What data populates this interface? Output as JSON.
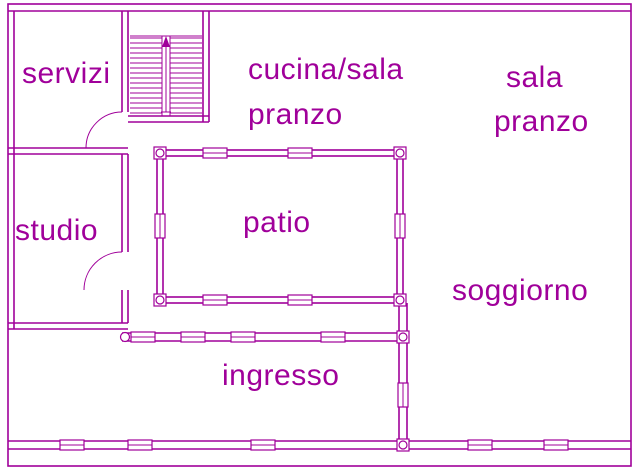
{
  "plan": {
    "line_color": "#A0009A",
    "labels": {
      "servizi": "servizi",
      "cucina_sala_line1": "cucina/sala",
      "cucina_sala_line2": "pranzo",
      "sala_pranzo_line1": "sala",
      "sala_pranzo_line2": "pranzo",
      "studio": "studio",
      "patio": "patio",
      "soggiorno": "soggiorno",
      "ingresso": "ingresso"
    }
  }
}
